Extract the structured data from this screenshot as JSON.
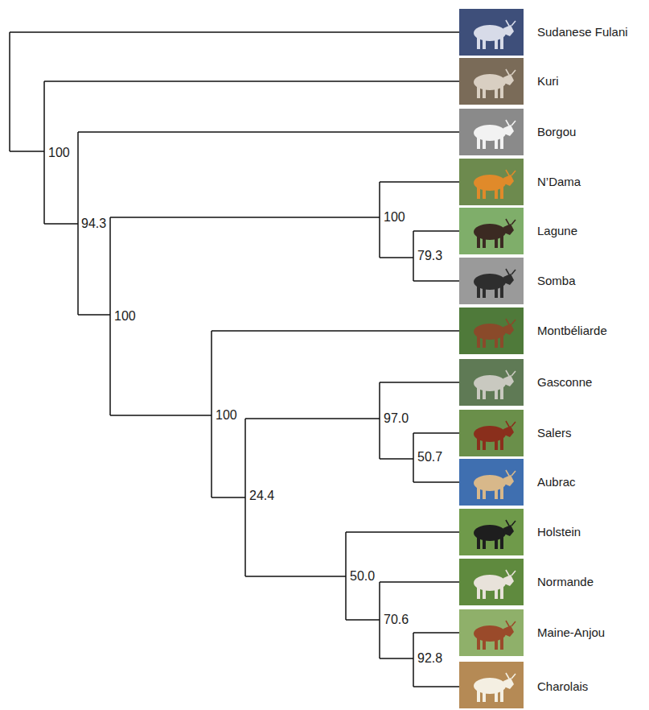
{
  "diagram": {
    "labels": [
      "Sudanese Fulani",
      "Kuri",
      "100",
      "Borgou",
      "N’Dama",
      "100",
      "94.3",
      "Lagune",
      "79.3",
      "Somba",
      "100",
      "Montbéliarde",
      "Gasconne",
      "97.0",
      "100",
      "Salers",
      "50.7",
      "Aubrac",
      "24.4",
      "Holstein",
      "50.0",
      "Normande",
      "70.6",
      "Maine-Anjou",
      "92.8",
      "Charolais"
    ]
  }
}
